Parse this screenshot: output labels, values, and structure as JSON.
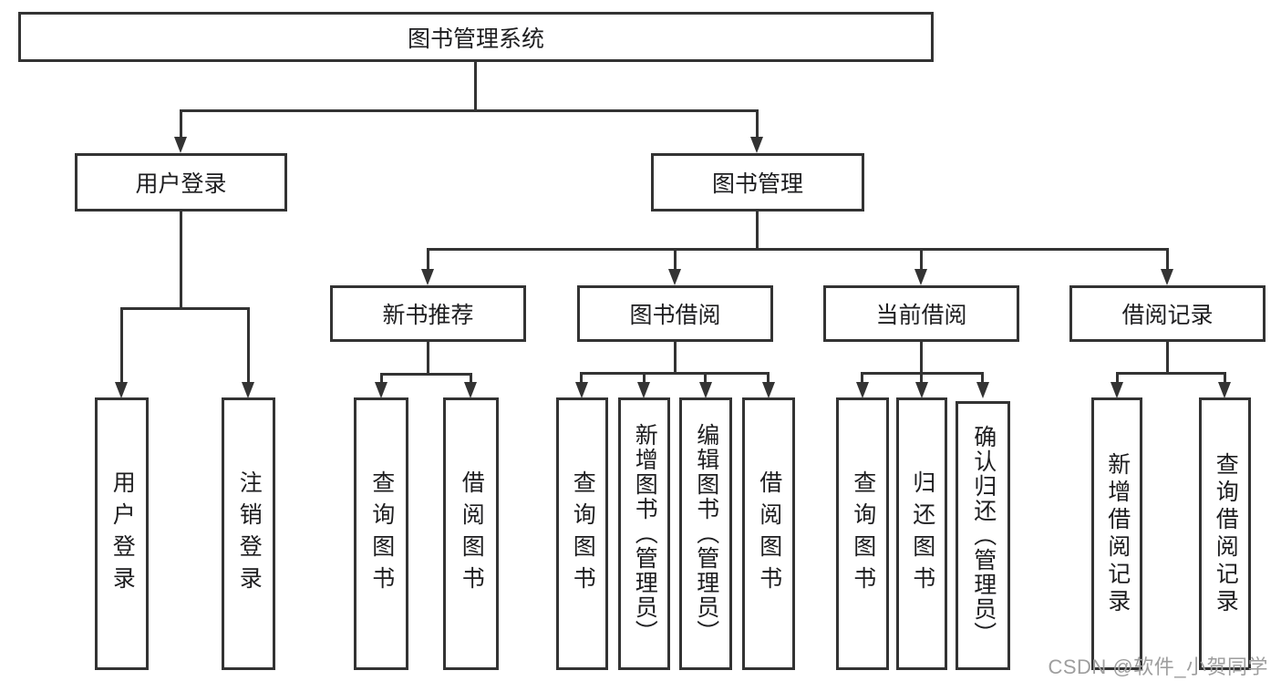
{
  "tree": {
    "label": "图书管理系统",
    "children": [
      {
        "label": "用户登录",
        "children": [
          {
            "label": "用户登录"
          },
          {
            "label": "注销登录"
          }
        ]
      },
      {
        "label": "图书管理",
        "children": [
          {
            "label": "新书推荐",
            "children": [
              {
                "label": "查询图书"
              },
              {
                "label": "借阅图书"
              }
            ]
          },
          {
            "label": "图书借阅",
            "children": [
              {
                "label": "查询图书"
              },
              {
                "label": "新增图书（管理员）"
              },
              {
                "label": "编辑图书（管理员）"
              },
              {
                "label": "借阅图书"
              }
            ]
          },
          {
            "label": "当前借阅",
            "children": [
              {
                "label": "查询图书"
              },
              {
                "label": "归还图书"
              },
              {
                "label": "确认归还（管理员）"
              }
            ]
          },
          {
            "label": "借阅记录",
            "children": [
              {
                "label": "新增借阅记录"
              },
              {
                "label": "查询借阅记录"
              }
            ]
          }
        ]
      }
    ]
  },
  "watermark": {
    "text": "CSDN @软件_小贺同学"
  },
  "colors": {
    "line": "#333333",
    "text": "#1d1d1f",
    "background": "#ffffff",
    "watermark": "#9e9e9e"
  }
}
